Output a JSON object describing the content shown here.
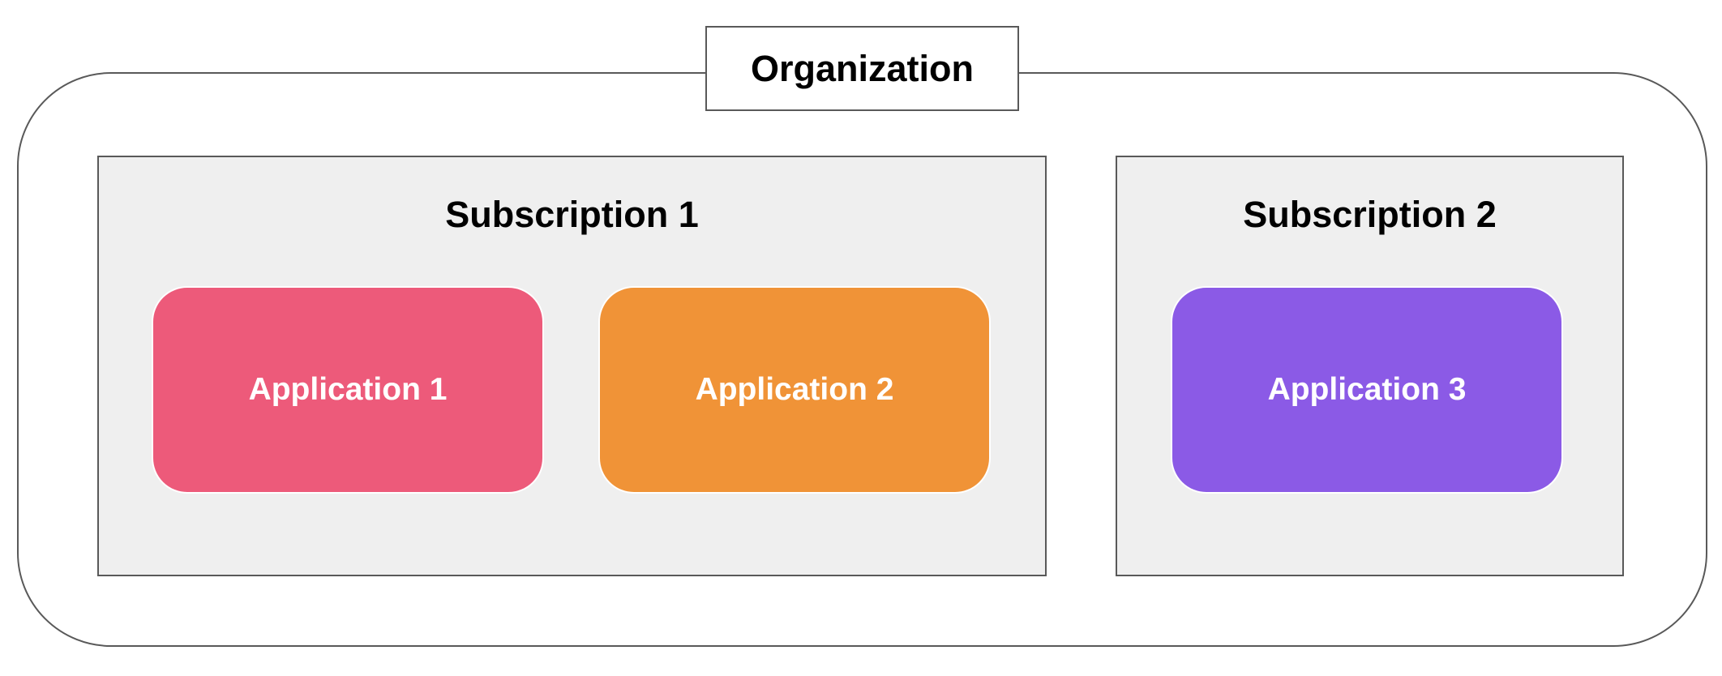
{
  "organization": {
    "label": "Organization"
  },
  "subscriptions": [
    {
      "title": "Subscription 1",
      "applications": [
        {
          "label": "Application 1",
          "color": "#ed5a7a"
        },
        {
          "label": "Application 2",
          "color": "#f09337"
        }
      ]
    },
    {
      "title": "Subscription 2",
      "applications": [
        {
          "label": "Application 3",
          "color": "#8b5ae6"
        }
      ]
    }
  ],
  "colors": {
    "border": "#595959",
    "subscription_fill": "#efefef",
    "background": "#ffffff"
  }
}
